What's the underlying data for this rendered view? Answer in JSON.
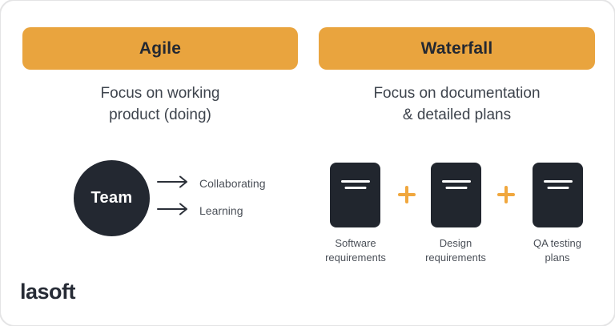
{
  "diagram": {
    "type": "comparison-infographic",
    "columns": {
      "agile": {
        "header": "Agile",
        "subtitle_line1": "Focus on working",
        "subtitle_line2": "product (doing)",
        "team_label": "Team",
        "arrows": [
          {
            "label": "Collaborating"
          },
          {
            "label": "Learning"
          }
        ]
      },
      "waterfall": {
        "header": "Waterfall",
        "subtitle_line1": "Focus on documentation",
        "subtitle_line2": "& detailed plans",
        "plus_symbol": "+",
        "documents": [
          {
            "label_line1": "Software",
            "label_line2": "requirements"
          },
          {
            "label_line1": "Design",
            "label_line2": "requirements"
          },
          {
            "label_line1": "QA testing",
            "label_line2": "plans"
          }
        ]
      }
    },
    "footer": {
      "logo_text": "lasoft"
    },
    "colors": {
      "accent_orange": "#E9A43E",
      "plus_orange": "#F0A73E",
      "dark_shape": "#232831",
      "header_text": "#232831",
      "subtitle_text": "#3E444D",
      "small_text": "#4B5058",
      "background": "#FFFFFF"
    }
  }
}
